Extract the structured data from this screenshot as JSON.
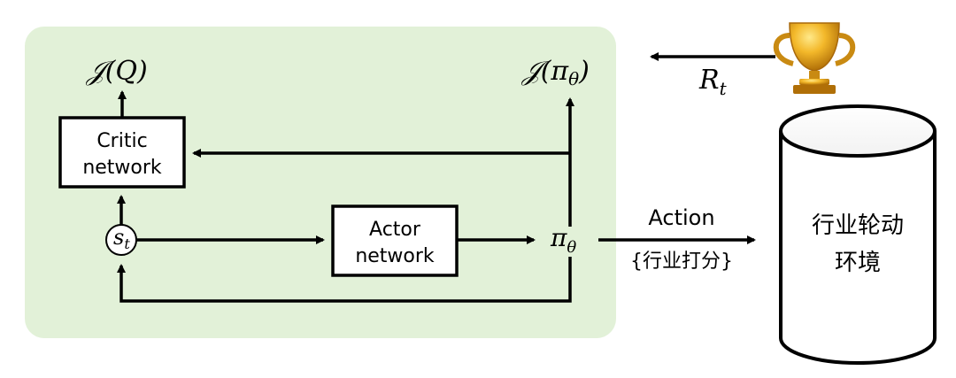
{
  "diagram": {
    "critic_objective": "𝒥(Q)",
    "actor_objective": "𝒥(π",
    "actor_objective_sub": "θ",
    "actor_objective_close": ")",
    "reward": "R",
    "reward_sub": "t",
    "state": "s",
    "state_sub": "t",
    "policy": "π",
    "policy_sub": "θ",
    "critic_box": {
      "line1": "Critic",
      "line2": "network"
    },
    "actor_box": {
      "line1": "Actor",
      "line2": "network"
    },
    "action_label": "Action",
    "action_sublabel": "{行业打分}",
    "environment": {
      "line1": "行业轮动",
      "line2": "环境"
    },
    "colors": {
      "agent_bg": "#e2f1d8",
      "stroke": "#000000",
      "trophy_gold": "#e9a21c",
      "trophy_shadow": "#b06f07"
    },
    "icons": [
      "trophy-icon",
      "database-cylinder-icon"
    ]
  }
}
